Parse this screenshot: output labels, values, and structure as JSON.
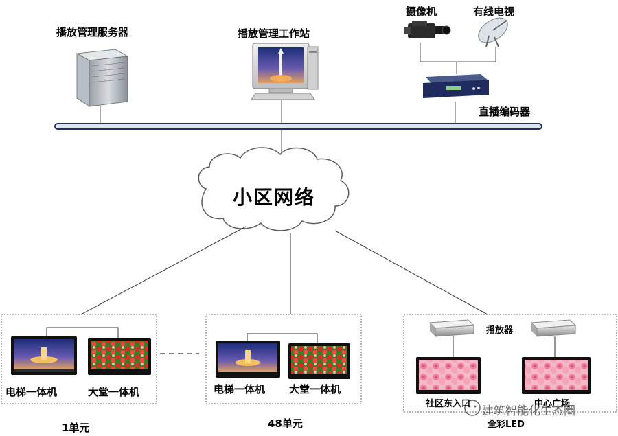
{
  "labels": {
    "server": "播放管理服务器",
    "workstation": "播放管理工作站",
    "camera": "摄像机",
    "cable_tv": "有线电视",
    "encoder": "直播编码器",
    "network": "小区网络",
    "elevator_1": "电梯一体机",
    "lobby_1": "大堂一体机",
    "elevator_48": "电梯一体机",
    "lobby_48": "大堂一体机",
    "unit_1": "1单元",
    "unit_48": "48单元",
    "player": "播放器",
    "community_entrance": "社区东入口",
    "center_square": "中心广场",
    "full_color_led": "全彩LED",
    "watermark": "建筑智能化生态圈"
  }
}
